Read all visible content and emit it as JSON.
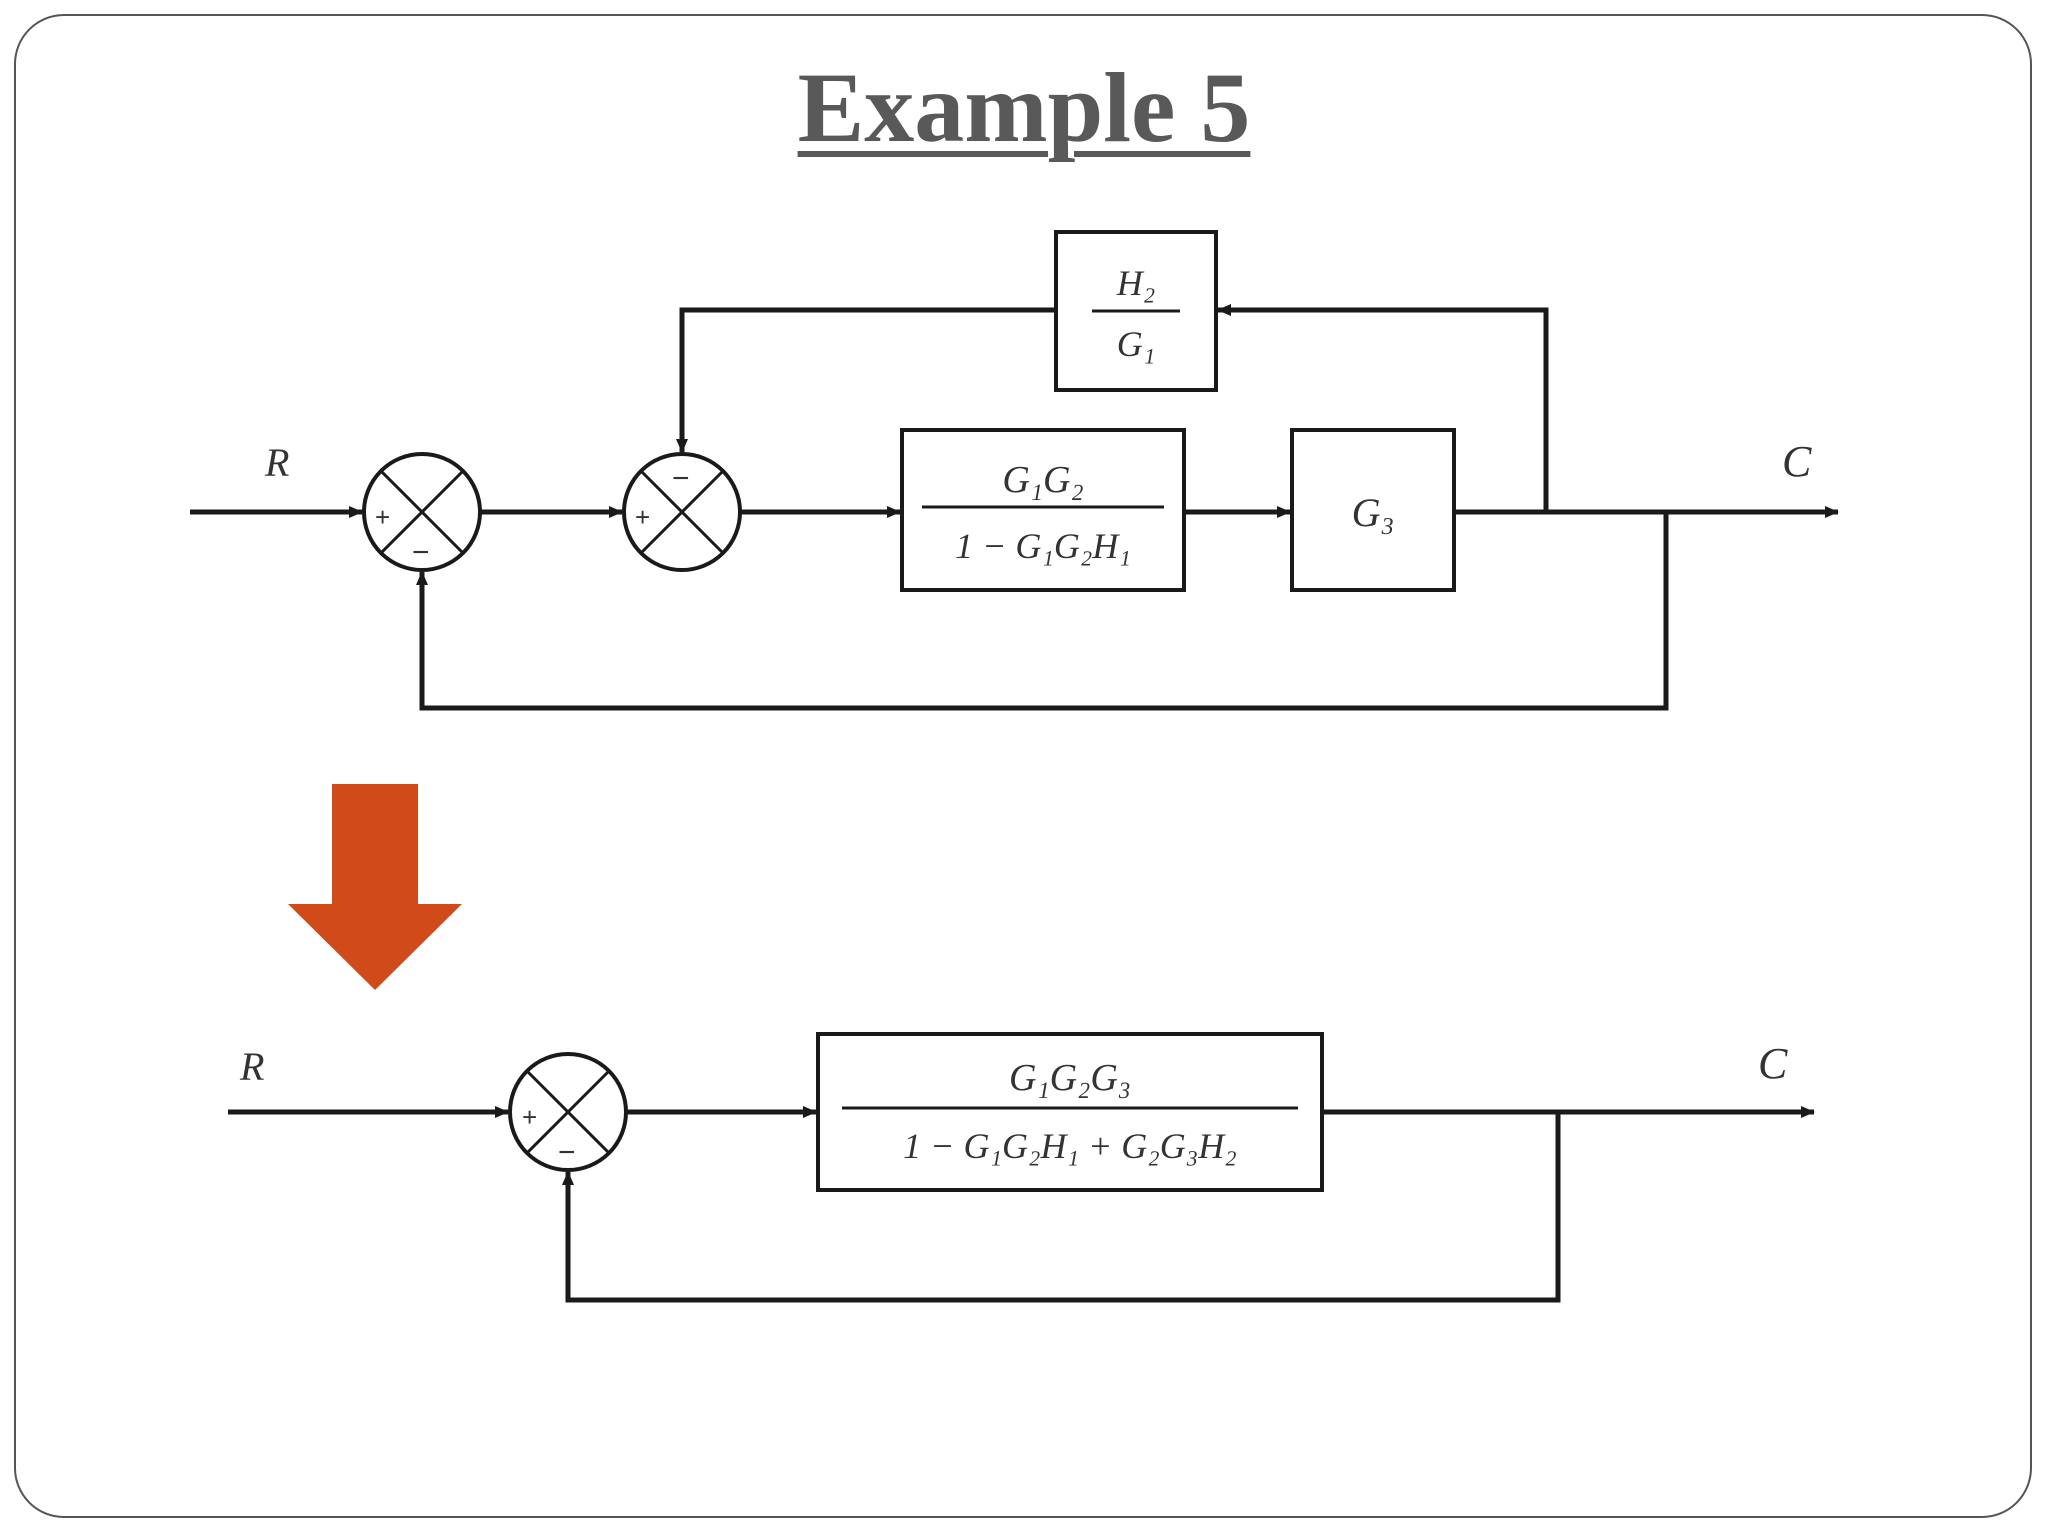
{
  "slide": {
    "title": "Example 5"
  },
  "diagram_top": {
    "input_label": "R",
    "output_label": "C",
    "sum1": {
      "plus": "+",
      "minus": "−"
    },
    "sum2": {
      "plus": "+",
      "minus": "−"
    },
    "feedback_block": {
      "num": "H₂",
      "den": "G₁"
    },
    "block1": {
      "num": "G₁G₂",
      "den": "1 − G₁G₂H₁"
    },
    "block2": {
      "label": "G₃"
    }
  },
  "diagram_bottom": {
    "input_label": "R",
    "output_label": "C",
    "sum": {
      "plus": "+",
      "minus": "−"
    },
    "block": {
      "num": "G₁G₂G₃",
      "den": "1 − G₁G₂H₁ + G₂G₃H₂"
    }
  },
  "colors": {
    "arrow": "#d04a1a",
    "line": "#1a1a1a",
    "title": "#595959"
  }
}
